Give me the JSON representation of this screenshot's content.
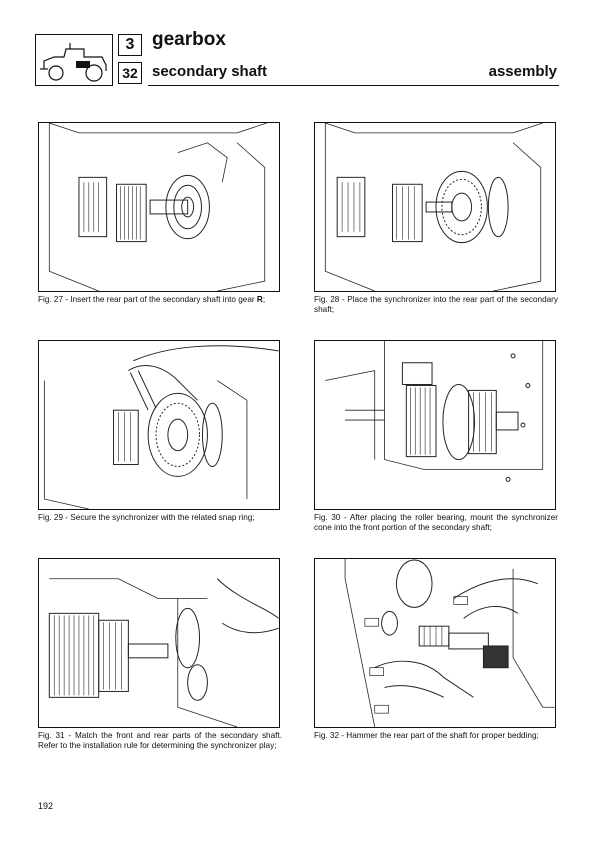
{
  "header": {
    "chapter_number": "3",
    "chapter_title": "gearbox",
    "section_number": "32",
    "section_title": "secondary shaft",
    "operation": "assembly",
    "logo_icon": "tractor-icon"
  },
  "figures": [
    {
      "caption": "Fig. 27 - Insert the rear part of the secondary shaft into gear",
      "caption_bold": "R",
      "caption_tail": ";"
    },
    {
      "caption": "Fig. 28 - Place the synchronizer into the rear part of the secondary shaft;"
    },
    {
      "caption": "Fig. 29 - Secure the synchronizer with the related snap ring;"
    },
    {
      "caption": "Fig. 30 - After placing the roller bearing, mount the synchronizer cone into the front portion of the secondary shaft;"
    },
    {
      "caption": "Fig. 31 - Match the front and rear parts of the secondary shaft. Refer to the installation rule for determining the synchronizer play;"
    },
    {
      "caption": "Fig. 32 - Hammer the rear part of the shaft for proper bedding;"
    }
  ],
  "footer": {
    "page_number": "192"
  }
}
